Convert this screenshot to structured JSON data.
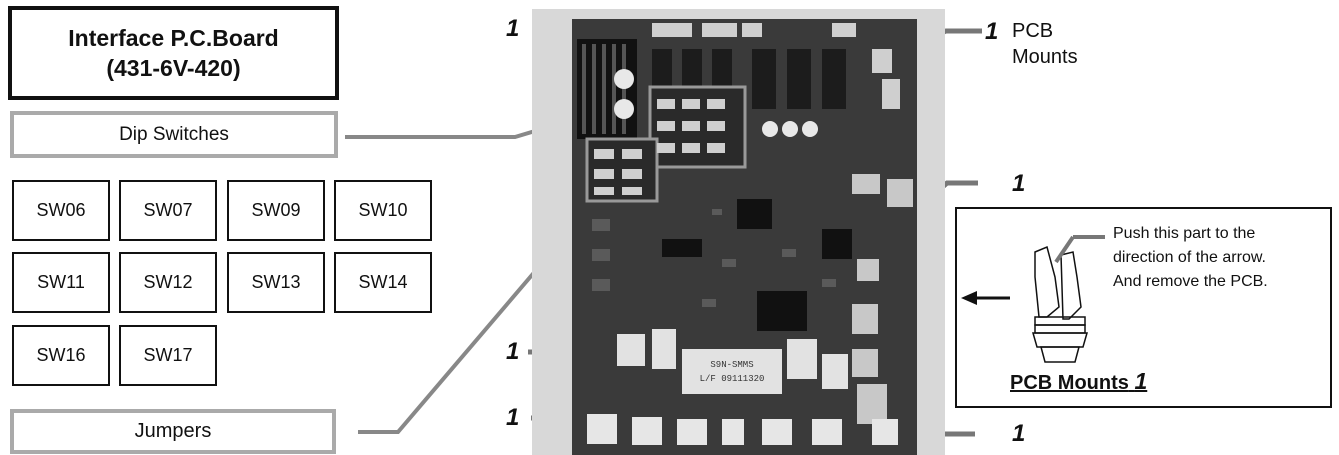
{
  "title": {
    "line1": "Interface P.C.Board",
    "line2": "(431-6V-420)"
  },
  "dip_label": "Dip Switches",
  "jumper_label": "Jumpers",
  "switches": [
    "SW06",
    "SW07",
    "SW09",
    "SW10",
    "SW11",
    "SW12",
    "SW13",
    "SW14",
    "SW16",
    "SW17"
  ],
  "callout_number": "1",
  "pcb_mounts_text": {
    "line1": "PCB",
    "line2": "Mounts"
  },
  "mount_detail": {
    "instruction": [
      "Push this part to the",
      "direction of the arrow.",
      "And remove the PCB."
    ],
    "caption": "PCB Mounts",
    "caption_number": "1"
  },
  "board_silkscreen": [
    "S9N-SMMS",
    "L/F 09111320"
  ]
}
